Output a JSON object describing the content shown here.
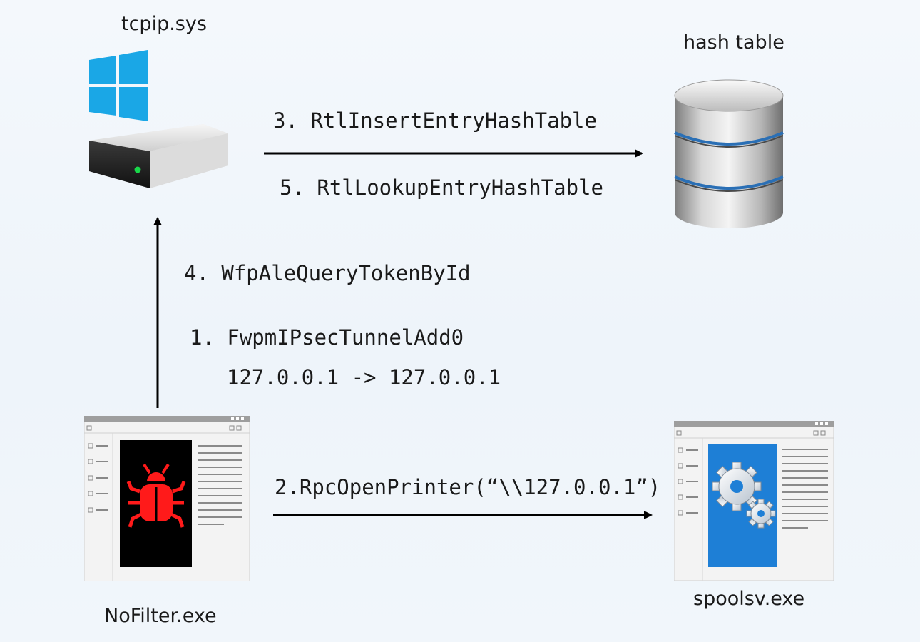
{
  "nodes": {
    "tcpip": {
      "label": "tcpip.sys",
      "icon": "windows-server-icon"
    },
    "hash_table": {
      "label": "hash table",
      "icon": "database-icon"
    },
    "nofilter": {
      "label": "NoFilter.exe",
      "icon": "malware-window-icon"
    },
    "spoolsv": {
      "label": "spoolsv.exe",
      "icon": "service-window-icon"
    }
  },
  "edges": {
    "insert": "3. RtlInsertEntryHashTable",
    "lookup": "5. RtlLookupEntryHashTable",
    "query_token": "4. WfpAleQueryTokenById",
    "tunnel_add": "1. FwpmIPsecTunnelAdd0",
    "tunnel_addr": "127.0.0.1 -> 127.0.0.1",
    "open_printer": "2.RpcOpenPrinter(“\\\\127.0.0.1”)"
  },
  "colors": {
    "windows_blue": "#1aa7e6",
    "bug_red": "#ff1a1a",
    "service_blue": "#1e7fd6",
    "arrow": "#000000"
  }
}
